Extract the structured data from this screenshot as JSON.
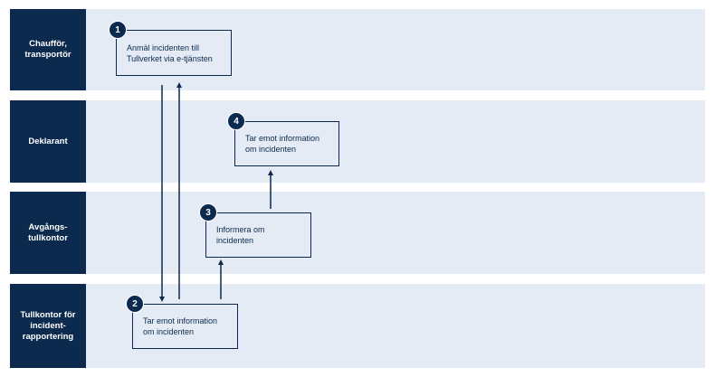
{
  "lanes": [
    {
      "label": "Chaufför,\ntransportör"
    },
    {
      "label": "Deklarant"
    },
    {
      "label": "Avgångs-\ntullkontor"
    },
    {
      "label": "Tullkontor  för\nincident-\nrapportering"
    }
  ],
  "steps": [
    {
      "number": "1",
      "text": "Anmäl incidenten till\nTullverket via e-tjänsten"
    },
    {
      "number": "2",
      "text": "Tar emot information\nom incidenten"
    },
    {
      "number": "3",
      "text": "Informera om\nincidenten"
    },
    {
      "number": "4",
      "text": "Tar emot information\nom incidenten"
    }
  ],
  "colors": {
    "lane_bg": "#e4ebf5",
    "label_bg": "#0b2a4e",
    "accent": "#0b2a4e"
  }
}
